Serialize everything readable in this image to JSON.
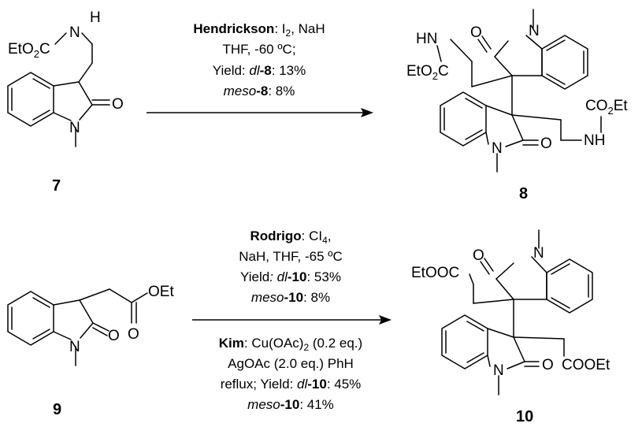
{
  "atoms": {
    "nitrogen": "N",
    "oxygen": "O",
    "hn": "HN",
    "nh": "NH",
    "eto2c_a": "EtO",
    "eto2c_sub": "2",
    "eto2c_b": "C",
    "co2et_a": "CO",
    "co2et_sub": "2",
    "co2et_b": "Et",
    "oet": "OEt",
    "etooc": "EtOOC",
    "cooet": "COOEt"
  },
  "compounds": {
    "c7": "7",
    "c8": "8",
    "c9": "9",
    "c10": "10"
  },
  "reaction1": {
    "author": "Hendrickson",
    "reagents_a": ": I",
    "reagents_sub": "2",
    "reagents_b": ", NaH",
    "line2": "THF, -60 ºC;",
    "yield_label": "Yield: ",
    "dl": "dl",
    "dl_cmpd": "-8",
    "dl_value": ": 13%",
    "meso": "meso",
    "meso_cmpd": "-8",
    "meso_value": ": 8%"
  },
  "reaction2": {
    "author": "Rodrigo",
    "reagents_a": ": CI",
    "reagents_sub": "4",
    "reagents_b": ",",
    "line2": "NaH, THF, -65 ºC",
    "yield_label": "Yield",
    "yield_colon": ": ",
    "dl": "dl",
    "dl_cmpd": "-10",
    "dl_value": ": 53%",
    "meso": "meso",
    "meso_cmpd": "-10",
    "meso_value": ": 8%"
  },
  "reaction3": {
    "author": "Kim",
    "reagents_a": ": Cu(OAc)",
    "reagents_sub": "2",
    "reagents_b": " (0.2 eq.)",
    "line2": "AgOAc (2.0 eq.) PhH",
    "line3_a": "reflux; Yield: ",
    "dl": "dl",
    "dl_cmpd": "-10",
    "dl_value": ": 45%",
    "meso": "meso",
    "meso_cmpd": "-10",
    "meso_value": ": 41%"
  }
}
